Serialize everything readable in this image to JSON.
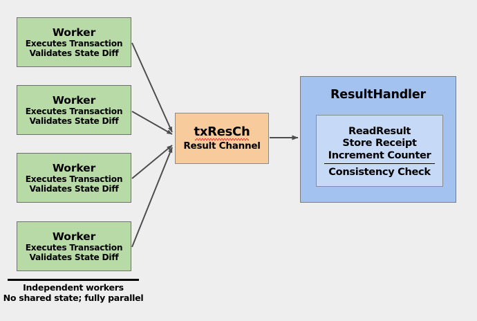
{
  "diagram": {
    "background_color": "#eeeeee",
    "edge_color": "#4d4d4d",
    "workers": [
      {
        "id": "worker-1",
        "title": "Worker",
        "line1": "Executes Transaction",
        "line2": "Validates State Diff",
        "fill": "#b7daa7"
      },
      {
        "id": "worker-2",
        "title": "Worker",
        "line1": "Executes Transaction",
        "line2": "Validates State Diff",
        "fill": "#b7daa7"
      },
      {
        "id": "worker-3",
        "title": "Worker",
        "line1": "Executes Transaction",
        "line2": "Validates State Diff",
        "fill": "#b7daa7"
      },
      {
        "id": "worker-4",
        "title": "Worker",
        "line1": "Executes Transaction",
        "line2": "Validates State Diff",
        "fill": "#b7daa7"
      }
    ],
    "channel": {
      "title": "txResCh",
      "subtitle": "Result Channel",
      "fill": "#f8cb9c",
      "spellcheck_underline": true
    },
    "result_handler": {
      "title": "ResultHandler",
      "fill": "#a3c2f0",
      "inner_fill": "#c6d9f7",
      "steps": [
        "ReadResult",
        "Store Receipt",
        "Increment Counter"
      ],
      "check": "Consistency Check"
    },
    "footer": {
      "line1": "Independent workers",
      "line2": "No shared state; fully parallel"
    }
  }
}
